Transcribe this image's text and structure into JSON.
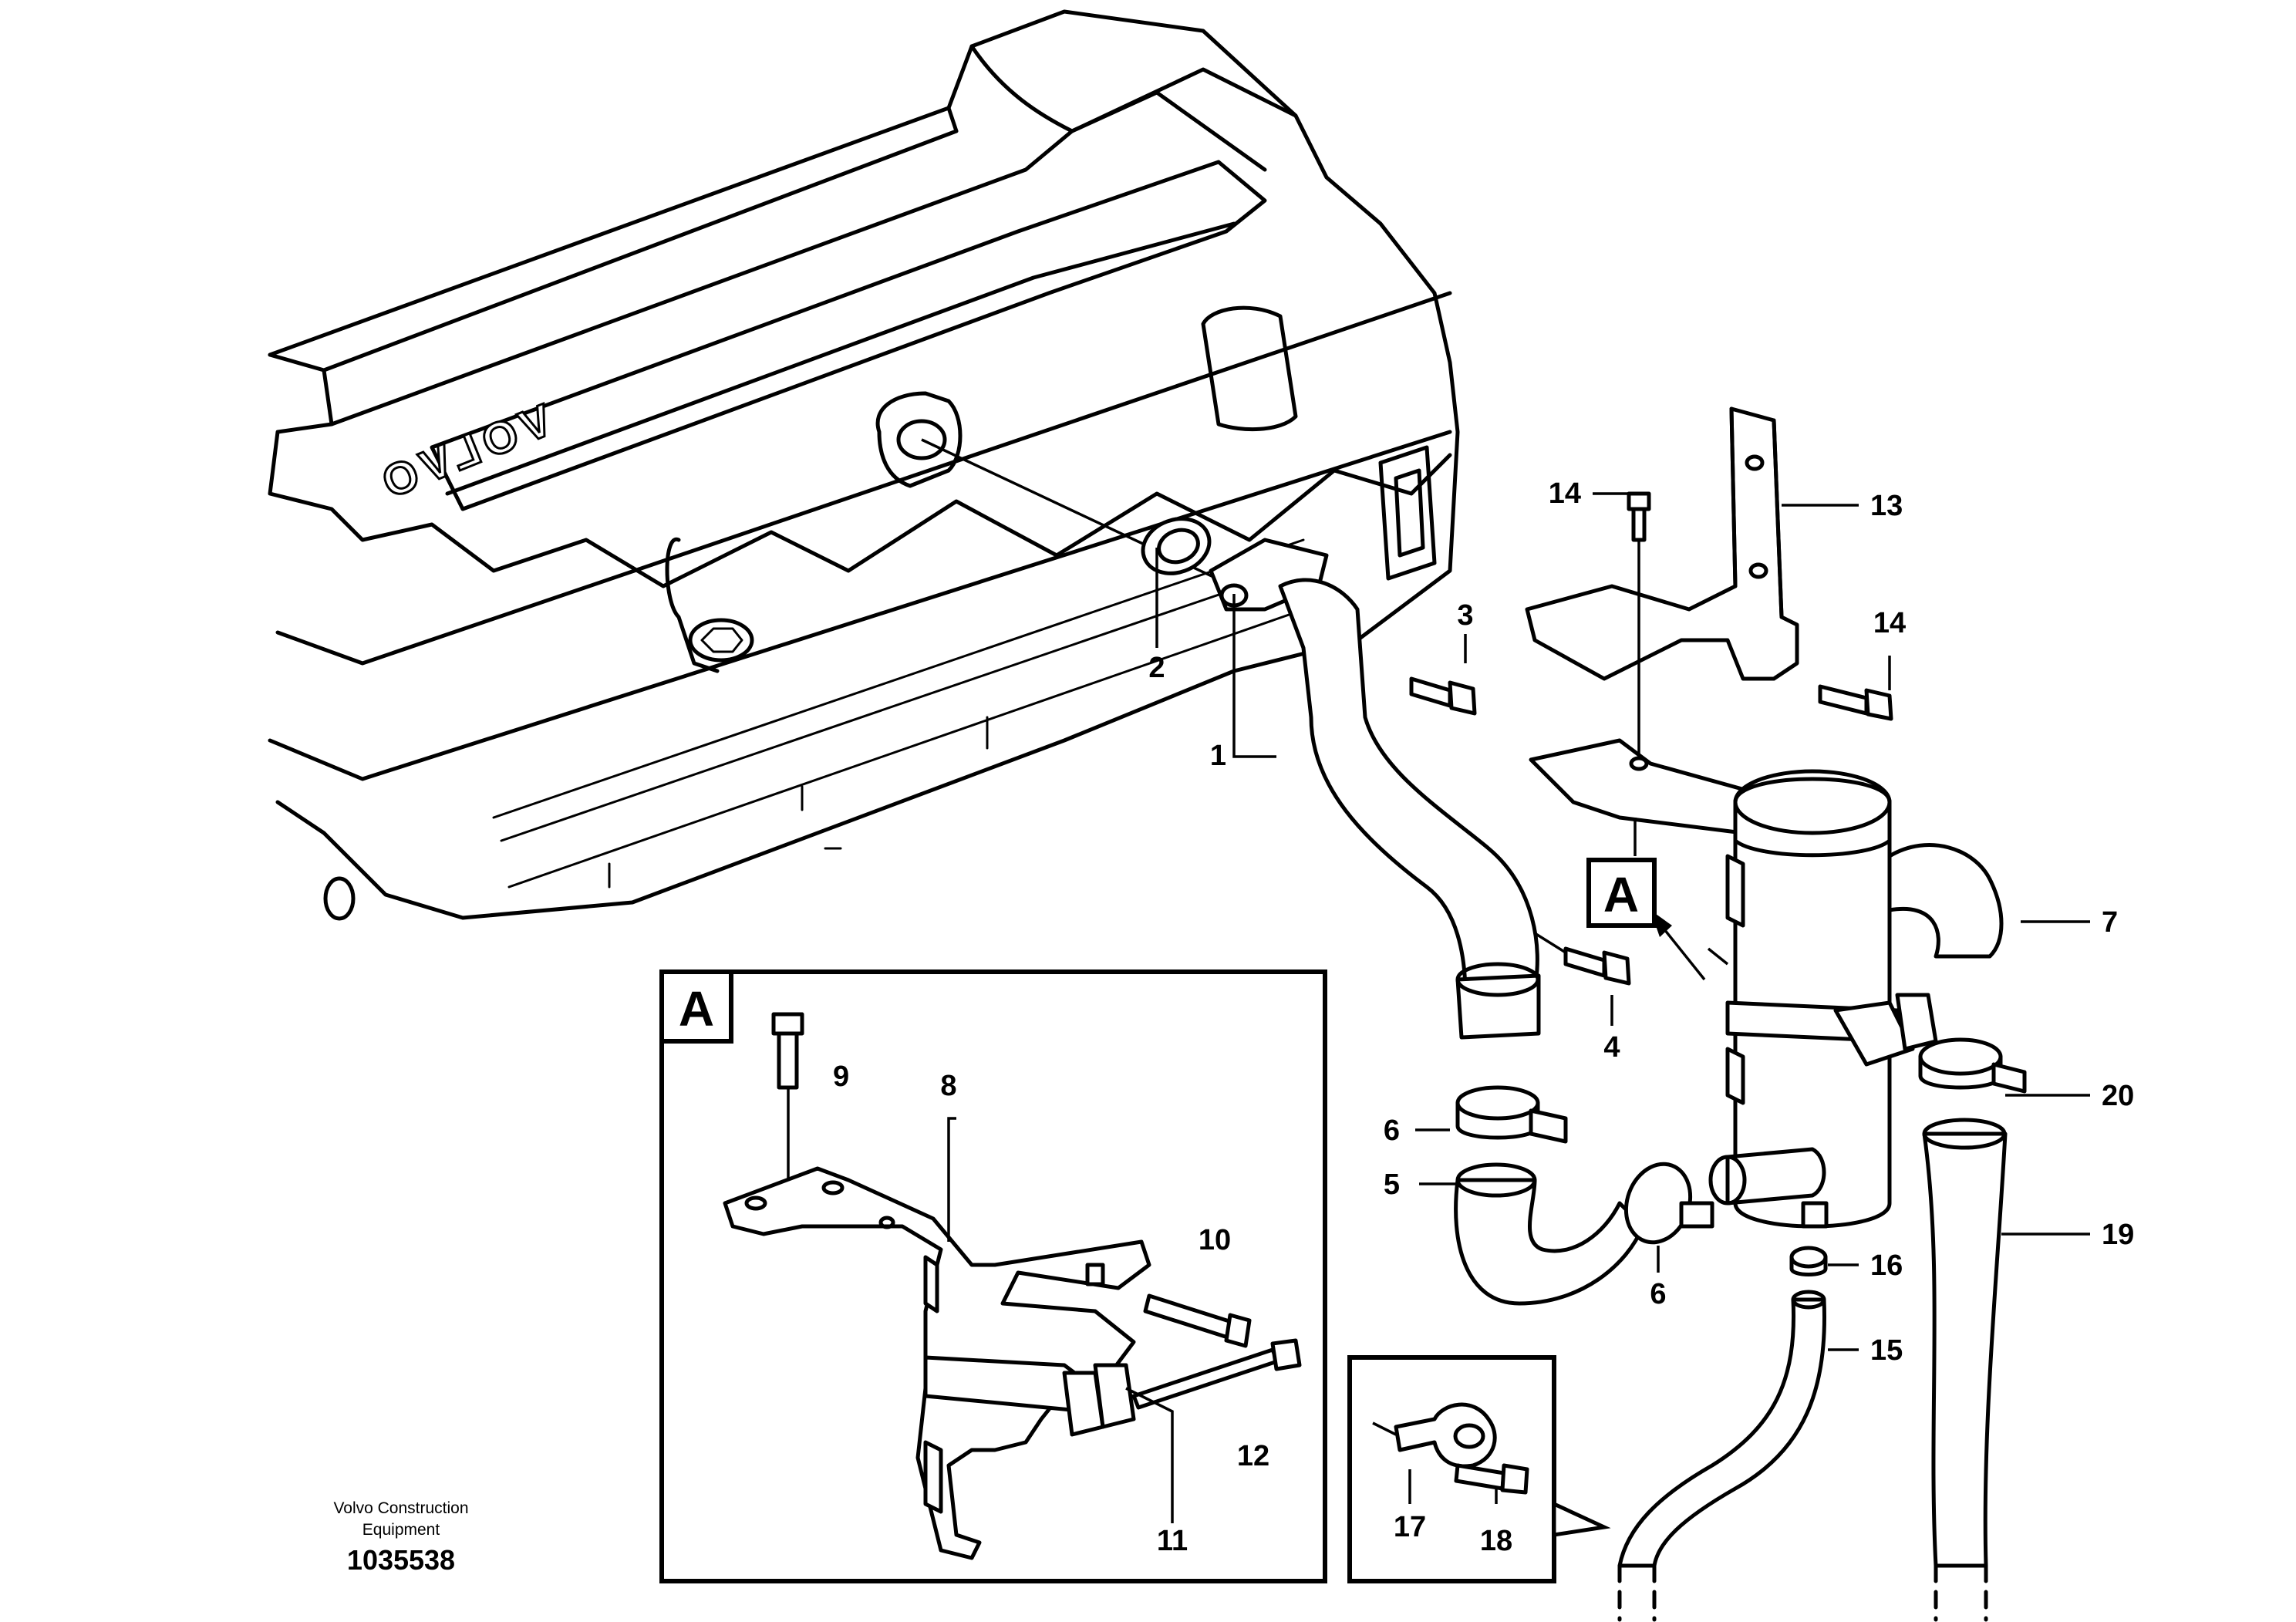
{
  "diagram": {
    "brand_mark": "VOLVO",
    "detail_label": "A",
    "credit_line1": "Volvo Construction",
    "credit_line2": "Equipment",
    "doc_number": "1035538"
  },
  "callouts": {
    "c1": "1",
    "c2": "2",
    "c3": "3",
    "c4": "4",
    "c5": "5",
    "c6a": "6",
    "c6b": "6",
    "c7": "7",
    "c8": "8",
    "c9": "9",
    "c10": "10",
    "c11": "11",
    "c12": "12",
    "c13": "13",
    "c14a": "14",
    "c14b": "14",
    "c15": "15",
    "c16": "16",
    "c17": "17",
    "c18": "18",
    "c19": "19",
    "c20": "20"
  }
}
